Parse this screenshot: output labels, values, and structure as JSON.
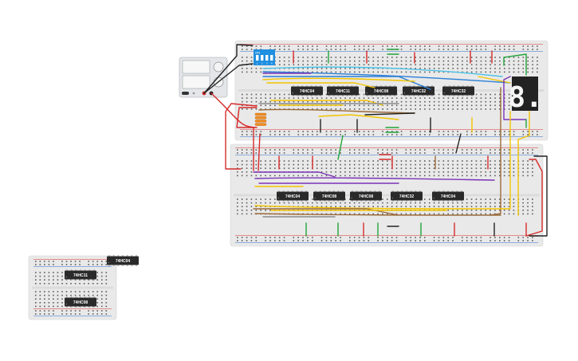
{
  "power_supply": {
    "name": "DC power supply",
    "body_color": "#e4e6e9"
  },
  "dip_switch": {
    "on_label": "ON",
    "switch_numbers": [
      "1",
      "2",
      "3",
      "4"
    ],
    "color": "#1f8fe0"
  },
  "seven_segment": {
    "digit": "8.",
    "display_color": "#222222",
    "segment_color": "#f5f5f5"
  },
  "chips": {
    "top_board": [
      "74HC04",
      "74HC11",
      "74HC08",
      "74HC32",
      "74HC32"
    ],
    "middle_board": [
      "74HC04",
      "74HC08",
      "74HC08",
      "74HC32",
      "74HC04"
    ],
    "small_board": [
      "74HC11",
      "74HC08"
    ],
    "loose": [
      "74HC04"
    ]
  },
  "breadboard": {
    "color": "#e9e9e9",
    "hole_color": "#5b5b5b",
    "rail_red": "#d9302c",
    "rail_blue": "#2f6fcc"
  },
  "wire_colors": {
    "red": "#d62a2a",
    "black": "#222222",
    "green": "#22a33a",
    "yellow": "#f2c400",
    "blue": "#2a7fd6",
    "cyan": "#4cc3e8",
    "purple": "#7a32b8",
    "brown": "#9a6a3a",
    "orange": "#f08c1e",
    "gray": "#8a8a8a"
  }
}
